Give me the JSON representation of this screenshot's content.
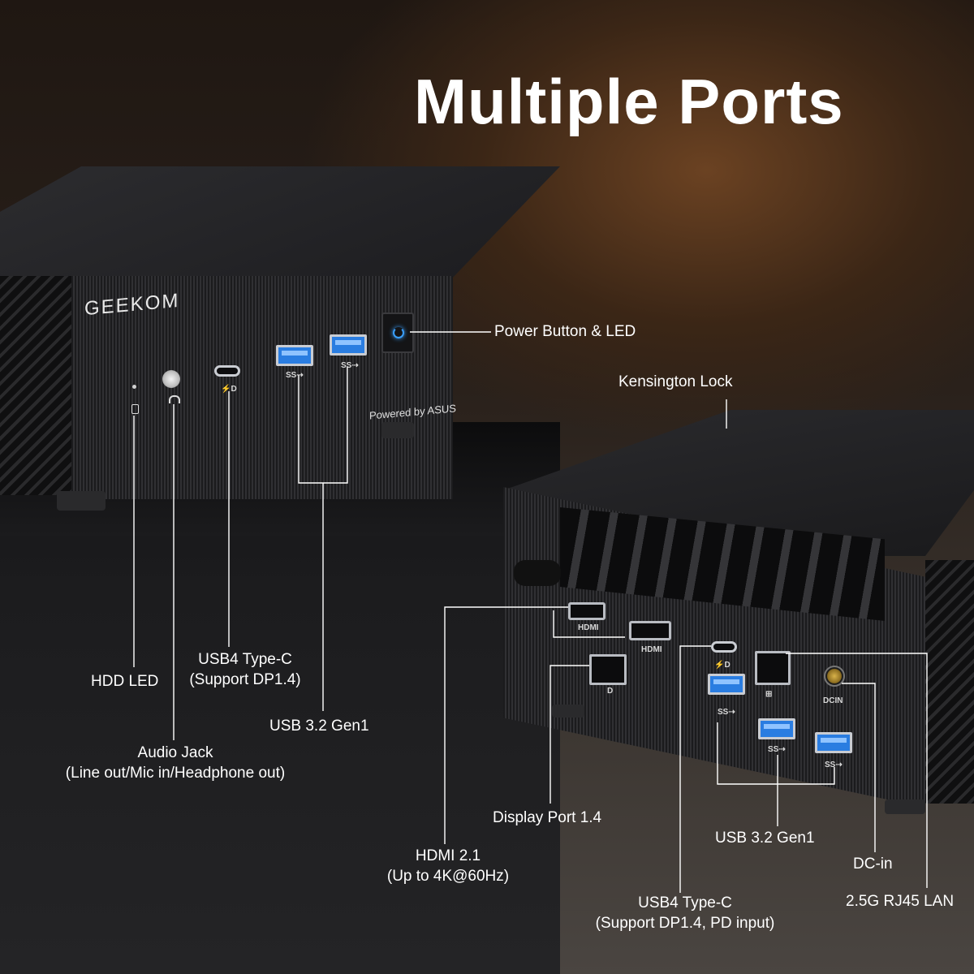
{
  "title": "Multiple Ports",
  "brand": {
    "logo_text": "GEEKOM",
    "powered_by": "Powered by ASUS"
  },
  "port_marks": {
    "hdmi": "HDMI",
    "dcin": "DCIN"
  },
  "front_labels": {
    "power_button": "Power Button & LED",
    "hdd_led": "HDD LED",
    "usb4_line1": "USB4 Type-C",
    "usb4_line2": "(Support DP1.4)",
    "usb32": "USB 3.2 Gen1",
    "audio_line1": "Audio Jack",
    "audio_line2": "(Line out/Mic in/Headphone out)"
  },
  "rear_labels": {
    "kensington": "Kensington Lock",
    "displayport": "Display Port 1.4",
    "hdmi_line1": "HDMI 2.1",
    "hdmi_line2": "(Up to 4K@60Hz)",
    "usb32": "USB 3.2 Gen1",
    "usb4_line1": "USB4 Type-C",
    "usb4_line2": "(Support DP1.4, PD input)",
    "dcin": "DC-in",
    "lan": "2.5G RJ45 LAN"
  },
  "icons": [
    "power-icon",
    "hdd-icon",
    "headphone-icon",
    "usb-ss-icon",
    "thunderbolt-dp-icon",
    "network-icon",
    "displayport-icon"
  ],
  "colors": {
    "usb_blue": "#2a7de1",
    "power_led": "#3aa0ff",
    "ambient_orange": "#6b4222"
  }
}
